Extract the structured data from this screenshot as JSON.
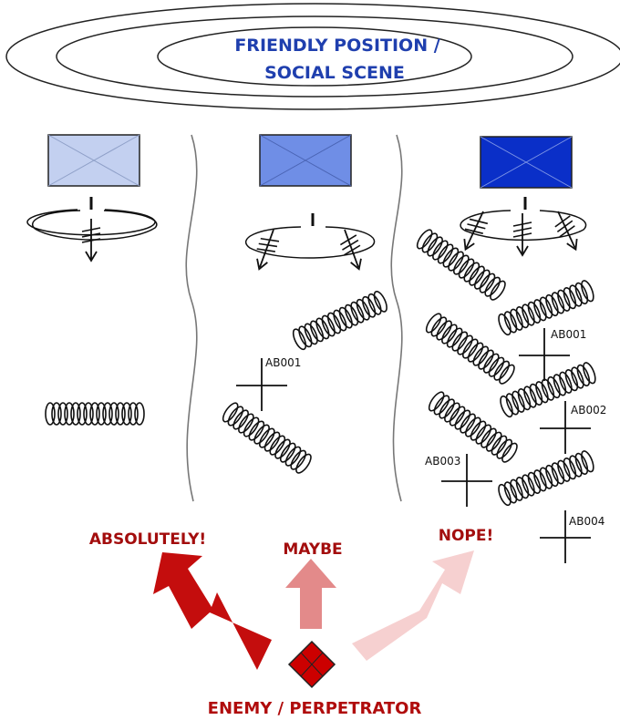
{
  "friendly": {
    "line1": "FRIENDLY POSITION /",
    "line2": "SOCIAL SCENE"
  },
  "outcomes": {
    "absolutely": "ABSOLUTELY!",
    "maybe": "MAYBE",
    "nope": "NOPE!"
  },
  "enemy": {
    "label": "ENEMY / PERPETRATOR"
  },
  "obstacles": {
    "middle": [
      "AB001"
    ],
    "right": [
      "AB001",
      "AB002",
      "AB003",
      "AB004"
    ]
  },
  "colors": {
    "unit_left": "#c3d0f0",
    "unit_middle": "#6f8ee6",
    "unit_right": "#0a2fc8",
    "arrow_absolutely": "#c40d0d",
    "arrow_maybe": "#e38a8a",
    "arrow_nope": "#f6d0d0",
    "enemy": "#cc0000"
  }
}
